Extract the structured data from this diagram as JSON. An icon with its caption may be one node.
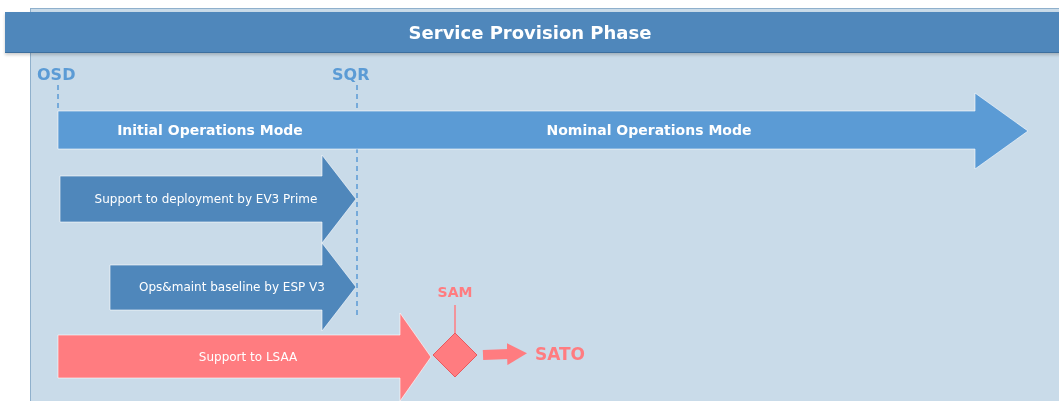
{
  "diagram": {
    "title": "Service Provision Phase",
    "nodes": [
      {
        "text": [
          "Initial Operations Mode",
          "Nominal Operations Mode"
        ]
      },
      {
        "text": [
          "Support to deployment by EV3 Prime"
        ]
      },
      {
        "text": [
          "Ops&maint baseline by ESP V3"
        ]
      },
      {
        "text": [
          "Support to LSAA"
        ]
      },
      {
        "text": [
          "SAM"
        ]
      },
      {
        "text": [],
        "shape": "diamond"
      },
      {
        "text": [
          "SATO"
        ]
      }
    ],
    "edges": [
      {
        "from": 4,
        "to": 5,
        "arrow": "none"
      },
      {
        "from": 5,
        "to": 6,
        "arrow": "to",
        "style": "thick"
      }
    ],
    "labels": [
      "OSD",
      "SQR"
    ]
  }
}
